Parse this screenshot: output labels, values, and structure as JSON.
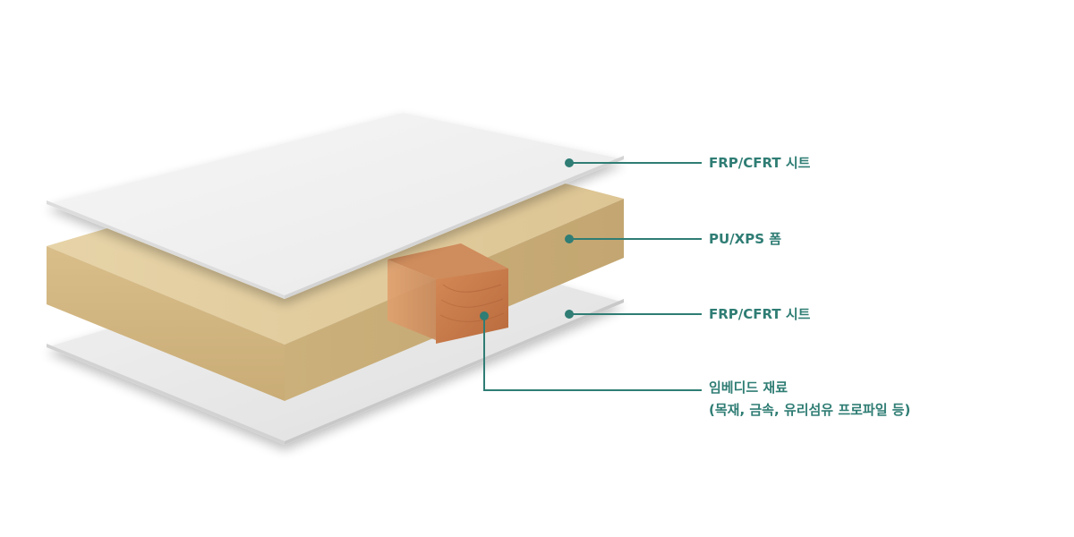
{
  "labels": {
    "top_sheet": "FRP/CFRT 시트",
    "foam_core": "PU/XPS 폼",
    "bottom_sheet": "FRP/CFRT 시트",
    "embedded_title": "임베디드 재료",
    "embedded_detail": "(목재, 금속, 유리섬유 프로파일 등)"
  },
  "colors": {
    "accent": "#2f7d74",
    "sheet": "#f1f1f1",
    "foam": "#d9c08e",
    "wood": "#c77a4a"
  }
}
